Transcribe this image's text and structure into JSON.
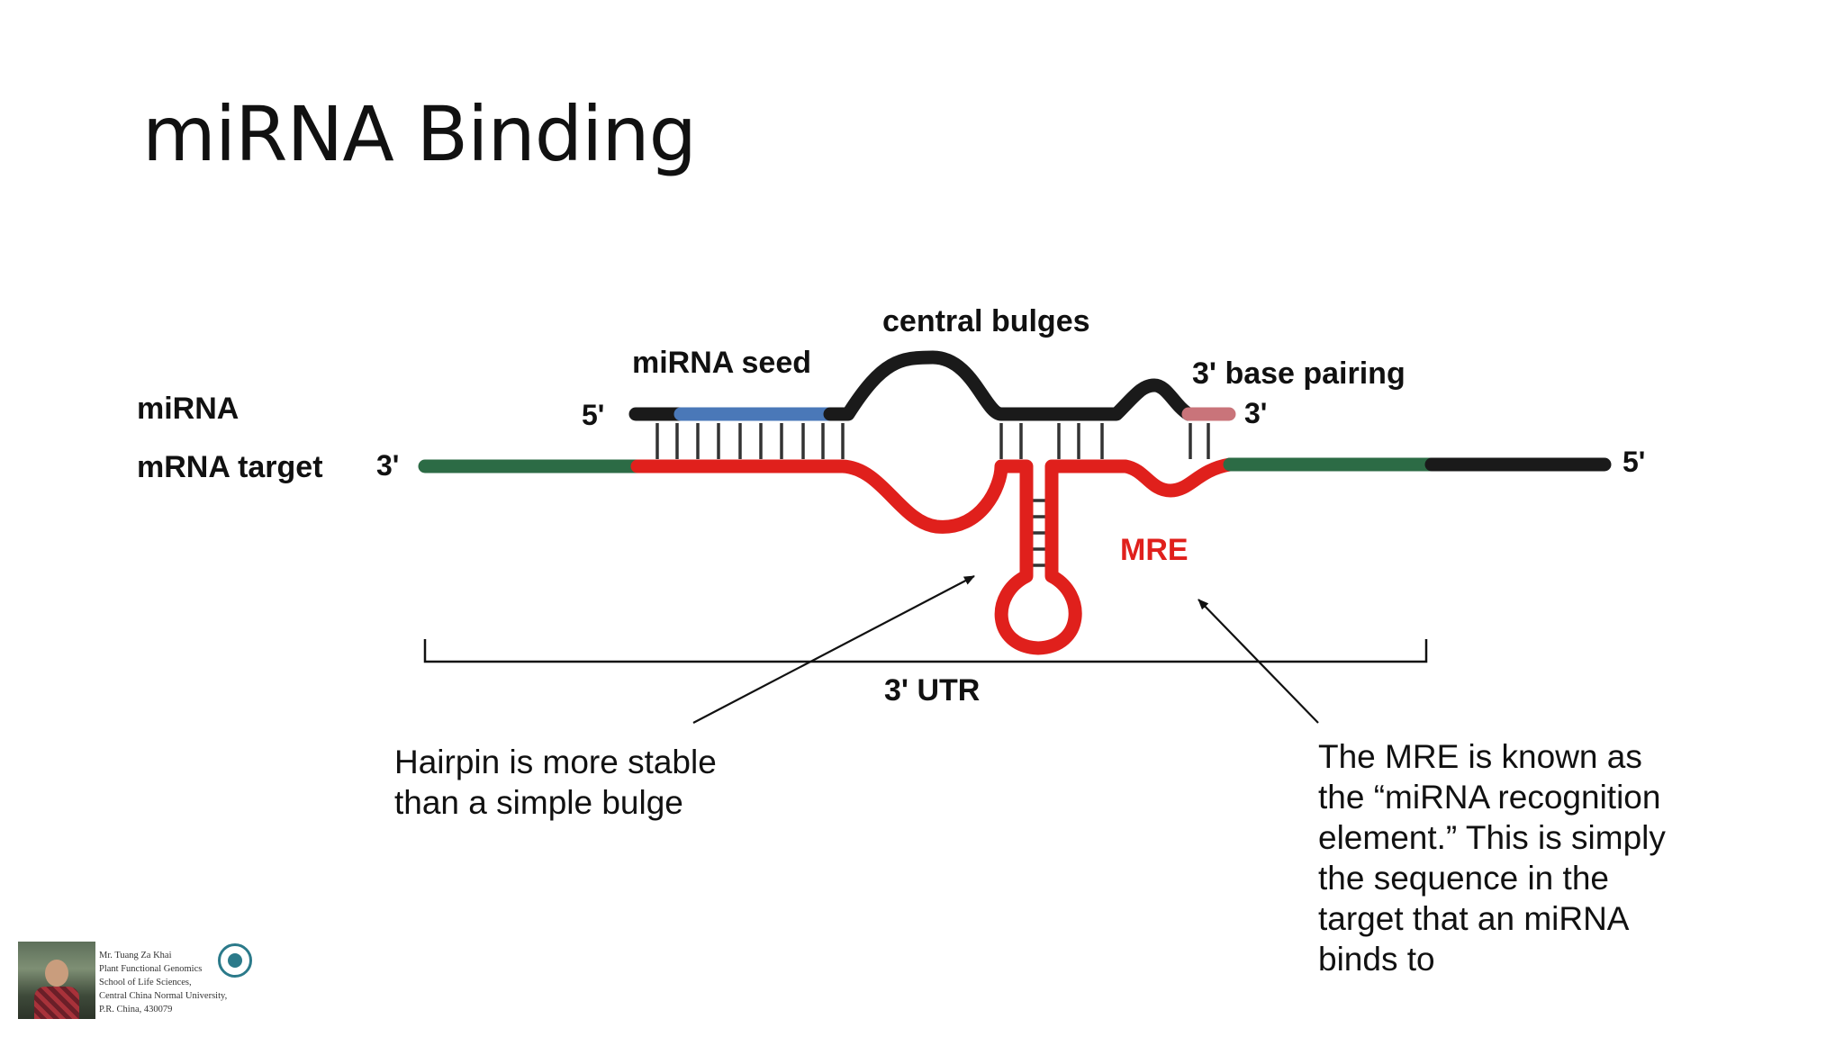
{
  "slide": {
    "title": "miRNA Binding"
  },
  "diagram": {
    "labels": {
      "mirna": "miRNA",
      "mrna_target": "mRNA target",
      "mirna_5prime": "5'",
      "mirna_3prime": "3'",
      "mrna_3prime": "3'",
      "mrna_5prime": "5'",
      "mirna_seed": "miRNA seed",
      "central_bulges": "central bulges",
      "base_pairing_3": "3' base pairing",
      "mre": "MRE",
      "utr": "3' UTR"
    },
    "colors": {
      "mirna_strand": "#1a1a1a",
      "seed_region": "#4a78b8",
      "three_prime_pairing": "#c9747a",
      "mre_region": "#e0201c",
      "mrna_flank": "#2c6b45",
      "base_pair_ticks": "#333333",
      "mre_label": "#e0201c"
    }
  },
  "notes": {
    "hairpin": "Hairpin is more stable\n than a simple bulge",
    "mre": "The MRE is known as\nthe “miRNA recognition\nelement.”  This is simply\nthe sequence in the\ntarget that an miRNA\nbinds to"
  },
  "footer": {
    "credit_lines": [
      "Mr. Tuang Za Khai",
      "Plant Functional Genomics",
      "School of Life Sciences,",
      "Central China Normal University,",
      "P.R. China, 430079"
    ]
  }
}
